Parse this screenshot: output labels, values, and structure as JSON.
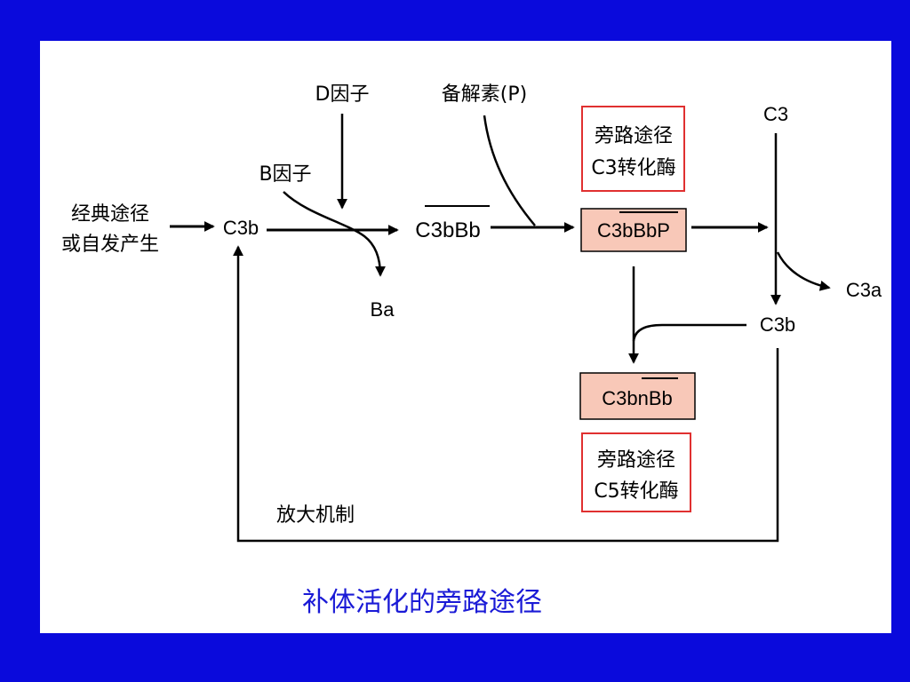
{
  "labels": {
    "d_factor": "D因子",
    "properdin": "备解素(P)",
    "b_factor": "B因子",
    "classical_line1": "经典途径",
    "classical_line2": "或自发产生",
    "c3b_left": "C3b",
    "c3bbb": "C3bBb",
    "ba": "Ba",
    "c3bbbp": "C3bBbP",
    "c3_convertase_line1": "旁路途径",
    "c3_convertase_line2": "C3转化酶",
    "c3_top": "C3",
    "c3a": "C3a",
    "c3b_right": "C3b",
    "c3bnbb": "C3bnBb",
    "c5_convertase_line1": "旁路途径",
    "c5_convertase_line2": "C5转化酶",
    "amplification": "放大机制"
  },
  "caption": "补体活化的旁路途径",
  "colors": {
    "background": "#0a0adc",
    "panel": "#ffffff",
    "complex_fill": "#f8c8b8",
    "enzyme_box_border": "#e03030",
    "caption": "#1a1ad6"
  }
}
